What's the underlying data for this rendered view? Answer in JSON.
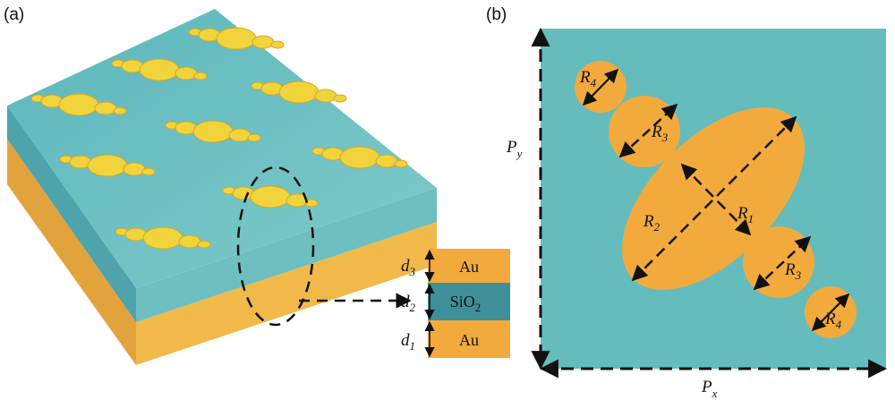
{
  "colors": {
    "substrate_teal": "#65bcbd",
    "substrate_side": "#5aaab0",
    "gold": "#f2aa3c",
    "gold_nano": "#f1d33c",
    "sio2": "#3f8f99",
    "dash": "#111111"
  },
  "panel_a": {
    "label": "(a)",
    "layers": [
      {
        "symbol": "d",
        "index": "3",
        "material": "Au"
      },
      {
        "symbol": "d",
        "index": "2",
        "material": "SiO",
        "material_sub": "2"
      },
      {
        "symbol": "d",
        "index": "1",
        "material": "Au"
      }
    ]
  },
  "panel_b": {
    "label": "(b)",
    "period_x": {
      "symbol": "P",
      "sub": "x"
    },
    "period_y": {
      "symbol": "P",
      "sub": "y"
    },
    "radii": [
      {
        "symbol": "R",
        "sub": "1"
      },
      {
        "symbol": "R",
        "sub": "2"
      },
      {
        "symbol": "R",
        "sub": "3"
      },
      {
        "symbol": "R",
        "sub": "3"
      },
      {
        "symbol": "R",
        "sub": "4"
      },
      {
        "symbol": "R",
        "sub": "4"
      }
    ]
  }
}
